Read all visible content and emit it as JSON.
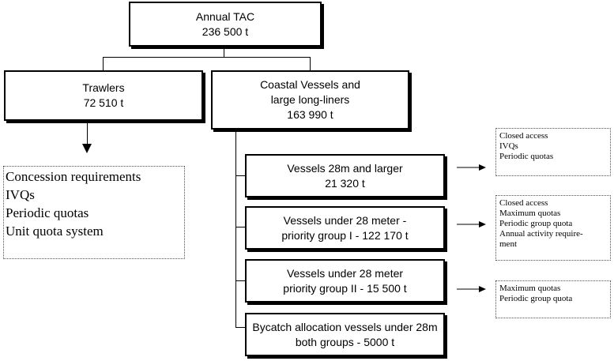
{
  "tac": {
    "line1": "Annual TAC",
    "line2": "236 500 t"
  },
  "trawlers": {
    "line1": "Trawlers",
    "line2": "72 510 t"
  },
  "coastal": {
    "line1": "Coastal Vessels and",
    "line2": "large long-liners",
    "line3": "163 990 t"
  },
  "trawler_rules": [
    "Concession requirements",
    "IVQs",
    "Periodic quotas",
    "Unit quota system"
  ],
  "groups": [
    {
      "line1": "Vessels 28m and larger",
      "line2": "21 320 t"
    },
    {
      "line1": "Vessels under 28 meter -",
      "line2": "priority group I  -  122 170 t"
    },
    {
      "line1": "Vessels under 28 meter",
      "line2": "priority group II  -  15 500 t"
    },
    {
      "line1": "Bycatch allocation vessels under 28m",
      "line2": "both groups  -  5000 t"
    }
  ],
  "rules": [
    [
      "Closed access",
      "IVQs",
      "Periodic quotas"
    ],
    [
      "Closed access",
      "Maximum quotas",
      "Periodic group quota",
      "Annual activity require-",
      "ment"
    ],
    [
      "Maximum quotas",
      "Periodic group quota"
    ]
  ]
}
